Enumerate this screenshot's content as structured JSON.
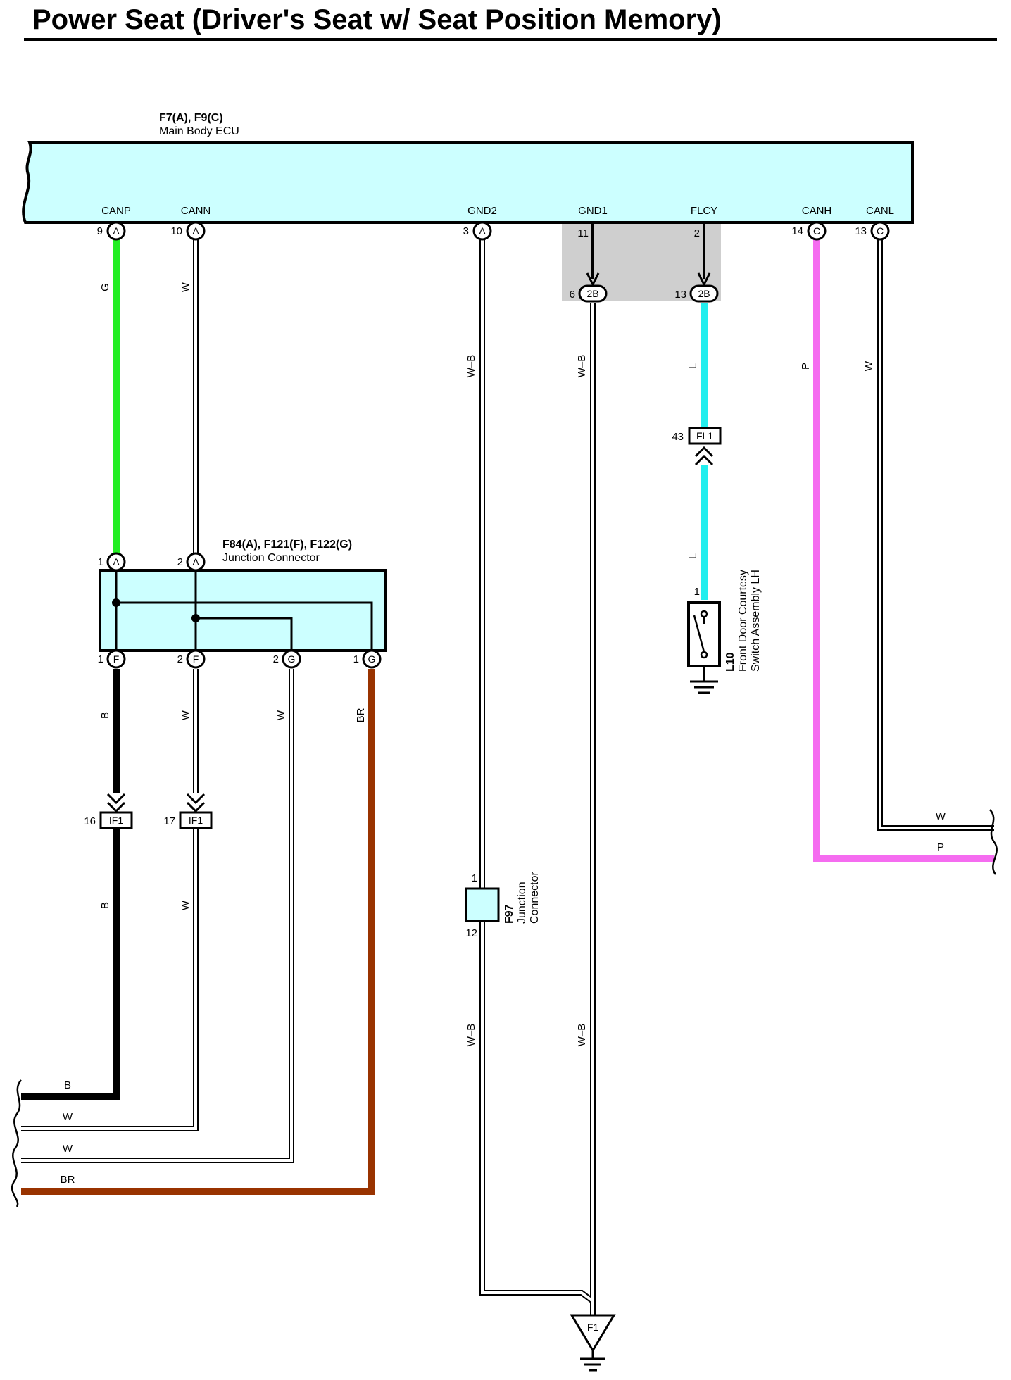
{
  "title": "Power Seat (Driver's Seat w/ Seat Position Memory)",
  "colors": {
    "G": "#22ee22",
    "L": "#22eeee",
    "P": "#f56cf0",
    "BR": "#993300",
    "B": "#000000",
    "W": "#ffffff",
    "W-B": "#ffffff",
    "ecu_fill": "#ccffff",
    "shade": "#cfcfcf"
  },
  "components": {
    "ecu": {
      "id": "F7(A), F9(C)",
      "name": "Main Body ECU"
    },
    "jc": {
      "id": "F84(A), F121(F), F122(G)",
      "name": "Junction Connector"
    },
    "f97": {
      "id": "F97",
      "line1": "Junction",
      "line2": "Connector"
    },
    "l10": {
      "id": "L10",
      "line1": "Front Door Courtesy",
      "line2": "Switch Assembly LH"
    },
    "ground": {
      "id": "F1"
    }
  },
  "ecu_pins": [
    {
      "signal": "CANP",
      "pin": "9",
      "conn": "A"
    },
    {
      "signal": "CANN",
      "pin": "10",
      "conn": "A"
    },
    {
      "signal": "GND2",
      "pin": "3",
      "conn": "A"
    },
    {
      "signal": "GND1",
      "pin": "11",
      "conn": ""
    },
    {
      "signal": "FLCY",
      "pin": "2",
      "conn": ""
    },
    {
      "signal": "CANH",
      "pin": "14",
      "conn": "C"
    },
    {
      "signal": "CANL",
      "pin": "13",
      "conn": "C"
    }
  ],
  "connectors_2b": [
    {
      "pin": "6",
      "label": "2B"
    },
    {
      "pin": "13",
      "label": "2B"
    }
  ],
  "fl1": {
    "pin": "43",
    "label": "FL1"
  },
  "l10_pin": "1",
  "jc_top": [
    {
      "pin": "1",
      "conn": "A"
    },
    {
      "pin": "2",
      "conn": "A"
    }
  ],
  "jc_bottom": [
    {
      "pin": "1",
      "conn": "F"
    },
    {
      "pin": "2",
      "conn": "F"
    },
    {
      "pin": "2",
      "conn": "G"
    },
    {
      "pin": "1",
      "conn": "G"
    }
  ],
  "if1": [
    {
      "pin": "16",
      "label": "IF1"
    },
    {
      "pin": "17",
      "label": "IF1"
    }
  ],
  "f97_pins": {
    "top": "1",
    "bottom": "12"
  },
  "wire_labels": {
    "canp": "G",
    "cann": "W",
    "gnd2_upper": "W–B",
    "gnd1_upper": "W–B",
    "flcy_upper": "L",
    "flcy_lower": "L",
    "canh": "P",
    "canl": "W",
    "b1": "B",
    "w1": "W",
    "w2": "W",
    "br": "BR",
    "b2": "B",
    "w1b": "W",
    "gnd2_lower": "W–B",
    "gnd1_lower": "W–B"
  },
  "right_exits": [
    {
      "label": "W"
    },
    {
      "label": "P"
    }
  ],
  "left_exits": [
    {
      "label": "B"
    },
    {
      "label": "W"
    },
    {
      "label": "W"
    },
    {
      "label": "BR"
    }
  ]
}
